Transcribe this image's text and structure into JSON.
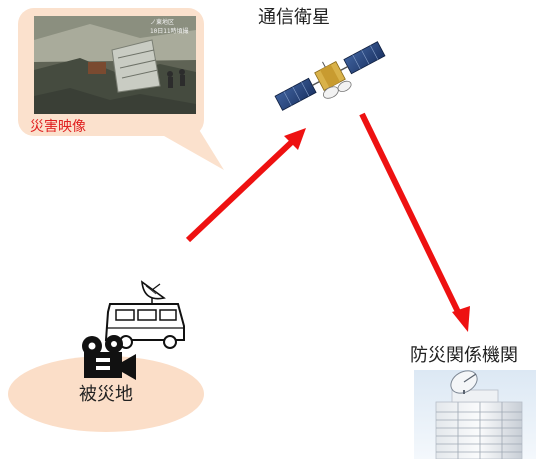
{
  "satellite": {
    "label": "通信衛星",
    "icon": "satellite-icon"
  },
  "disaster_site": {
    "label": "被災地",
    "icons": [
      "video-camera-icon",
      "broadcast-van-icon",
      "satellite-dish-icon"
    ]
  },
  "agency": {
    "label": "防災関係機関",
    "icon": "office-building-icon"
  },
  "footage": {
    "caption": "災害映像",
    "overlay_lines": [
      "ノ東地区",
      "10日11時頃撮"
    ]
  },
  "colors": {
    "arrow": "#ee1111",
    "bubble_fill": "#fbe1cd",
    "ground_fill": "#fbdec8",
    "caption": "#e02020"
  }
}
